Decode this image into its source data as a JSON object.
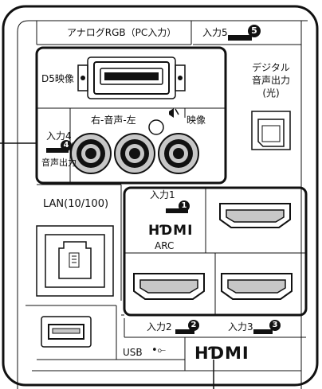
{
  "panel": {
    "analog_rgb_label": "アナログRGB（PC入力）",
    "input5_label": "入力5",
    "input5_badge": "5",
    "d5_label": "D5映像",
    "audio_lr_label": "右-音声-左",
    "video_label": "映像",
    "input4_label": "入力4",
    "input4_badge": "4",
    "input4_suffix": "/",
    "audio_out_label": "音声出力",
    "digital_label_line1": "デジタル",
    "digital_label_line2": "音声出力",
    "digital_label_line3": "(光)",
    "lan_label": "LAN(10/100)",
    "input1_label": "入力1",
    "input1_badge": "1",
    "hdmi_logo_small": "HƊMI",
    "arc_label": "ARC",
    "input2_label": "入力2",
    "input2_badge": "2",
    "input3_label": "入力3",
    "input3_badge": "3",
    "usb_label": "USB",
    "usb_symbol": "•⟜",
    "hdmi_logo_large": "HƊMI"
  }
}
